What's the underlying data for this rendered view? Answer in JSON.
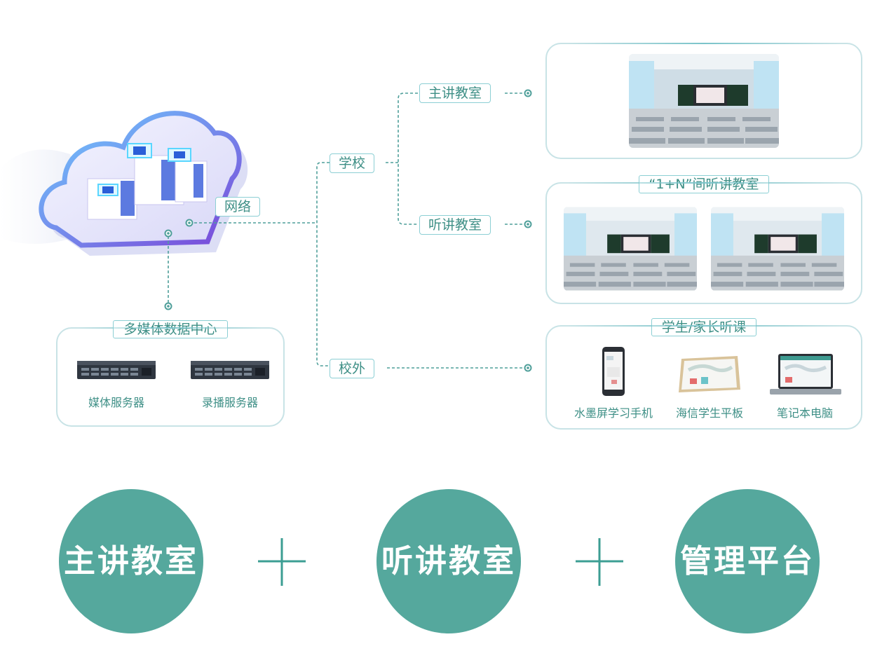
{
  "network": {
    "label": "网络"
  },
  "school": {
    "label": "学校"
  },
  "outside": {
    "label": "校外"
  },
  "main_classroom": {
    "label": "主讲教室"
  },
  "listen_classroom": {
    "label": "听讲教室"
  },
  "media_center": {
    "title": "多媒体数据中心",
    "servers": [
      {
        "label": "媒体服务器",
        "icon": "rack-server-icon"
      },
      {
        "label": "录播服务器",
        "icon": "rack-server-icon"
      }
    ]
  },
  "multi_classroom_panel": {
    "title": "“1+N”间听讲教室"
  },
  "audience_panel": {
    "title": "学生/家长听课",
    "devices": [
      {
        "label": "水墨屏学习手机",
        "icon": "phone-icon"
      },
      {
        "label": "海信学生平板",
        "icon": "tablet-icon"
      },
      {
        "label": "笔记本电脑",
        "icon": "laptop-icon"
      }
    ]
  },
  "summary": {
    "items": [
      "主讲教室",
      "听讲教室",
      "管理平台"
    ],
    "operator": "+"
  },
  "colors": {
    "accent": "#55a89d",
    "line": "#4f9f9a",
    "panel_border": "#c8e3e6",
    "cloud": "#6b5fd6"
  }
}
